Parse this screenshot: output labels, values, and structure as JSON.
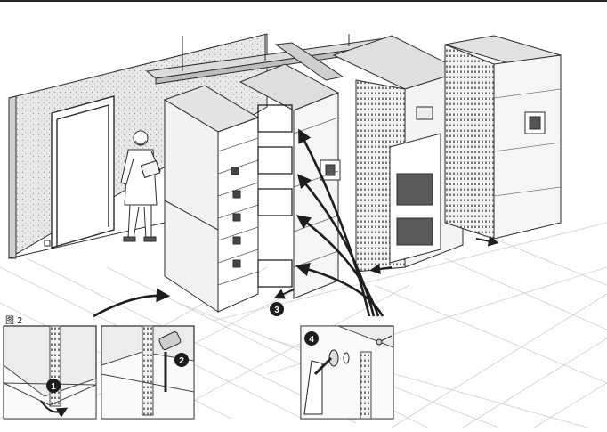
{
  "figure": {
    "label": "图 2",
    "steps": [
      "1",
      "2",
      "3",
      "4"
    ]
  },
  "colors": {
    "line": "#2b2b2b",
    "panel_fill": "#ededed",
    "panel_dark": "#555555",
    "wall": "#e6e6e6",
    "floor_grid": "#c9c9c9",
    "badge": "#1c1c1c"
  },
  "icons": [
    "person-figure",
    "clipboard-icon",
    "screwdriver-icon",
    "curved-arrow-icon"
  ]
}
